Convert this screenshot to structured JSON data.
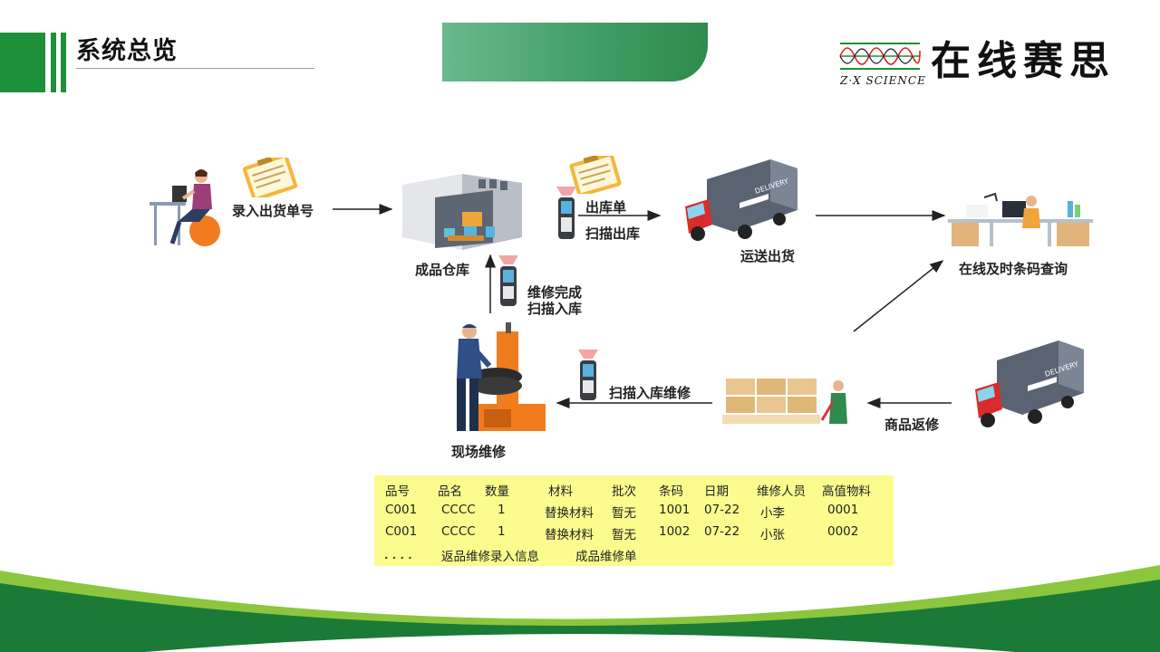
{
  "page": {
    "title": "系统总览"
  },
  "logo": {
    "english": "Z·X SCIENCE",
    "chinese": "在线赛思"
  },
  "diagram": {
    "nodes": {
      "enter_order": "录入出货单号",
      "warehouse": "成品仓库",
      "outbound_doc": "出库单",
      "scan_outbound": "扫描出库",
      "shipping": "运送出货",
      "query": "在线及时条码查询",
      "repair_done_line1": "维修完成",
      "repair_done_line2": "扫描入库",
      "onsite_repair": "现场维修",
      "scan_in_repair": "扫描入库维修",
      "product_return": "商品返修",
      "truck_text": "DELIVERY"
    }
  },
  "table": {
    "headers": [
      "品号",
      "品名",
      "数量",
      "材料",
      "批次",
      "条码",
      "日期",
      "维修人员",
      "高值物料"
    ],
    "rows": [
      [
        "C001",
        "CCCC",
        "1",
        "替换材料",
        "暂无",
        "1001",
        "07-22",
        "小李",
        "0001"
      ],
      [
        "C001",
        "CCCC",
        "1",
        "替换材料",
        "暂无",
        "1002",
        "07-22",
        "小张",
        "0002"
      ]
    ],
    "footer": {
      "dots": "．．．．",
      "item1": "返品维修录入信息",
      "item2": "成品维修单"
    }
  },
  "colors": {
    "brand_green": "#1e8f3a",
    "table_yellow": "#fcfc8e",
    "footer_light_green": "#8cc63f"
  }
}
